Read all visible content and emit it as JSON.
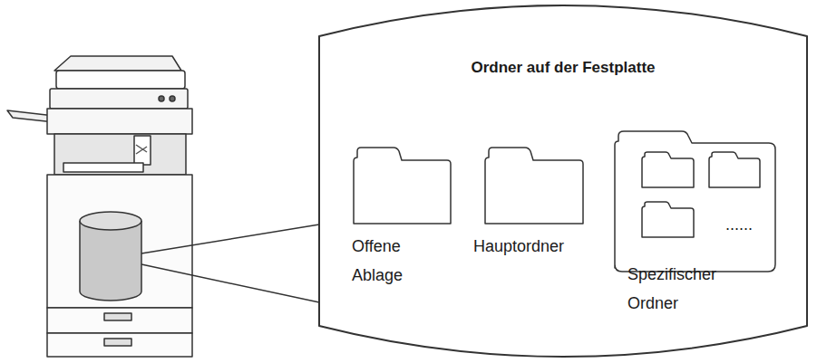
{
  "diagram": {
    "nodes": [
      {
        "text": [
          "Ordner auf der Festplatte"
        ]
      },
      {
        "text": [
          "Offene Ablage"
        ],
        "in": 0
      },
      {
        "text": [
          "Hauptordner"
        ],
        "in": 0
      },
      {
        "text": [
          "Spezifischer Ordner"
        ],
        "in": 0
      }
    ],
    "labels": [
      "......"
    ]
  }
}
